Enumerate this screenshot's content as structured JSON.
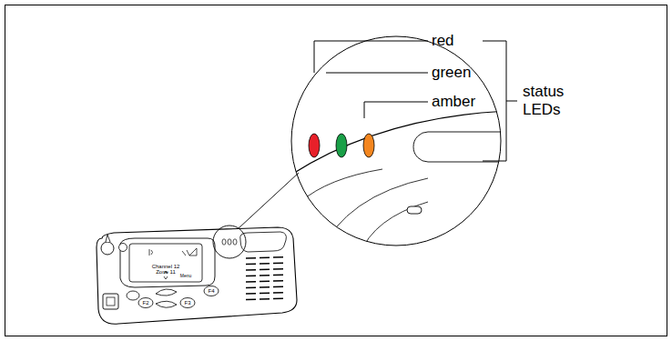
{
  "diagram": {
    "labels": [
      "red",
      "green",
      "amber",
      "status LEDs",
      "Channel 12",
      "Zone 11",
      "Menu",
      "F2",
      "F3",
      "F4"
    ]
  }
}
